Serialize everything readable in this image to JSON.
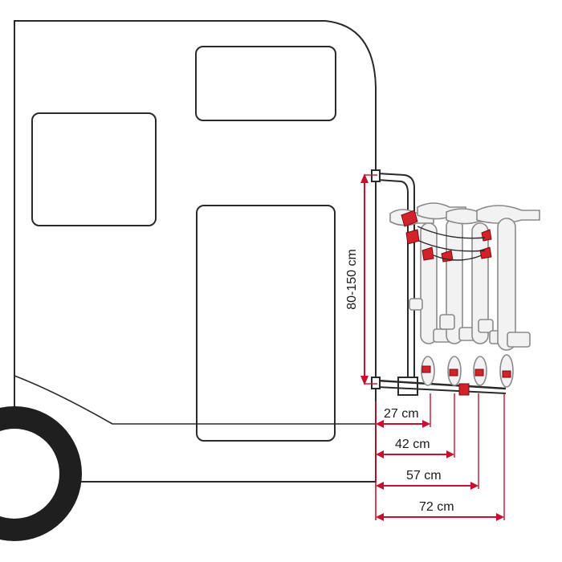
{
  "diagram": {
    "height_range_label": "80-150 cm",
    "bike_offsets": [
      {
        "label": "27 cm"
      },
      {
        "label": "42 cm"
      },
      {
        "label": "57 cm"
      },
      {
        "label": "72 cm"
      }
    ],
    "colors": {
      "outline": "#2a2a2a",
      "dimension_red": "#c8102e",
      "bike_gray": "#9a9a9a",
      "strap_red": "#d2232a"
    }
  }
}
